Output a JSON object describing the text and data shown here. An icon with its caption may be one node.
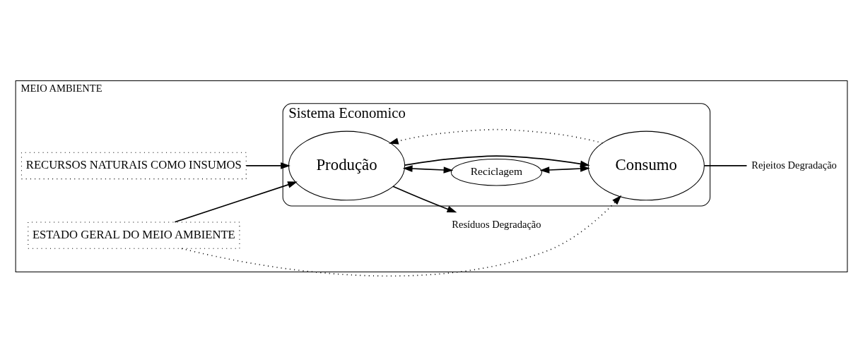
{
  "diagram": {
    "nodes": [
      {
        "text": [
          "MEIO AMBIENTE"
        ]
      },
      {
        "text": [
          "RECURSOS NATURAIS COMO INSUMOS"
        ],
        "in": 0
      },
      {
        "text": [
          "Resíduos Degradação"
        ],
        "in": 0
      },
      {
        "text": [
          "ESTADO GERAL DO MEIO AMBIENTE"
        ],
        "in": 0
      },
      {
        "text": [
          "Rejeitos Degradação"
        ],
        "in": 0
      },
      {
        "text": [
          "Sistema Economico"
        ],
        "in": 0
      },
      {
        "text": [
          "Produção"
        ],
        "in": 5
      },
      {
        "text": [
          "Reciclagem"
        ],
        "in": 5
      },
      {
        "text": [
          "Consumo"
        ],
        "in": 5
      }
    ],
    "edges": [
      {
        "from": 1,
        "to": 6,
        "arrow": "to"
      },
      {
        "from": 6,
        "to": 2,
        "arrow": "to"
      },
      {
        "from": 3,
        "to": 6,
        "arrow": "to"
      },
      {
        "from": 8,
        "to": 6,
        "arrow": "to",
        "style": "dashed"
      },
      {
        "from": 6,
        "to": 8,
        "arrow": "to"
      },
      {
        "from": 6,
        "to": 7,
        "arrow": "both"
      },
      {
        "from": 7,
        "to": 8,
        "arrow": "both"
      },
      {
        "from": 3,
        "to": 8,
        "arrow": "to",
        "style": "dashed"
      },
      {
        "from": 8,
        "to": 4,
        "arrow": "none"
      }
    ]
  }
}
